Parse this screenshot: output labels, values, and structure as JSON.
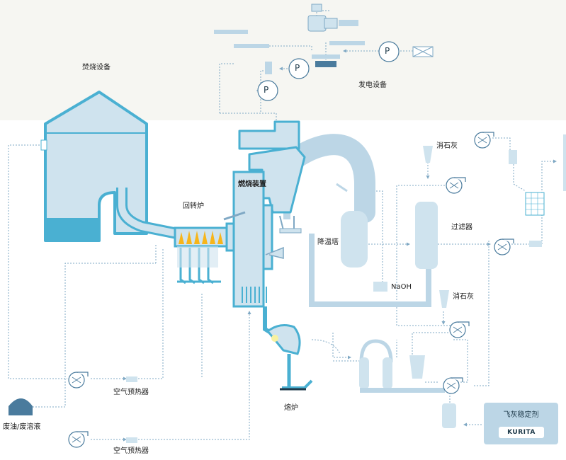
{
  "labels": {
    "incineration_equipment": "焚烧设备",
    "power_equipment": "发电设备",
    "rotary_kiln": "回转炉",
    "combustion_unit": "燃烧装置",
    "cooling_tower": "降温塔",
    "slaked_lime_top": "消石灰",
    "slaked_lime_bottom": "消石灰",
    "filter": "过滤器",
    "naoh": "NaOH",
    "air_preheater_1": "空气预热器",
    "air_preheater_2": "空气预热器",
    "waste_oil": "废油/废溶液",
    "melting_furnace": "熔炉",
    "fly_ash_agent": "飞灰稳定剂",
    "brand": "KURITA"
  },
  "pumps": [
    "P",
    "P",
    "P"
  ],
  "colors": {
    "equipment_stroke": "#4ab0d2",
    "equipment_fill": "#cfe3ee",
    "pipe": "#bcd6e6",
    "flow_line": "#7fa8c4",
    "waste_tank": "#4a7b9d",
    "flame": "#f7b51a",
    "fly_ash_box": "#bcd6e6"
  }
}
